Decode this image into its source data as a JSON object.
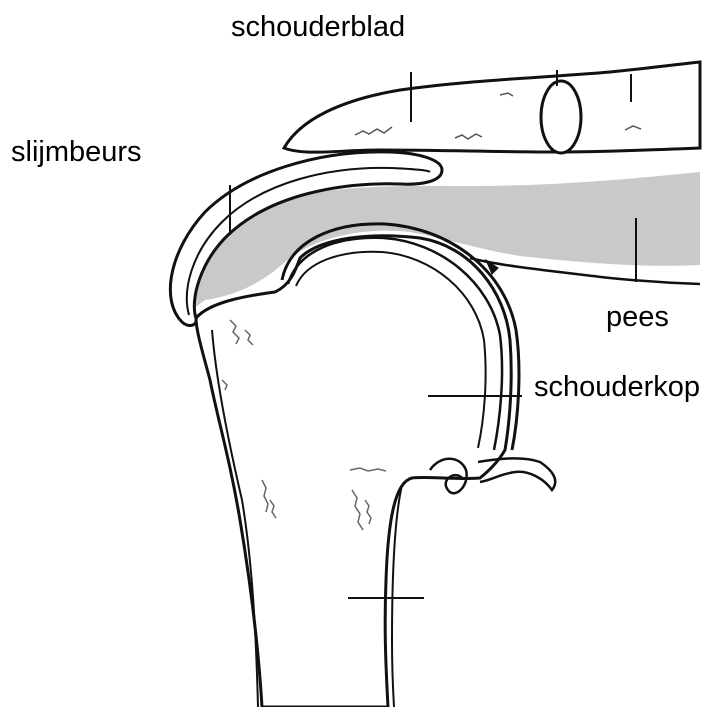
{
  "labels": {
    "schouderblad": "schouderblad",
    "slijmbeurs": "slijmbeurs",
    "pees": "pees",
    "schouderkop": "schouderkop"
  },
  "colors": {
    "line": "#111111",
    "bursa_fill": "#c9c9c9",
    "bone_fill": "#ffffff",
    "background": "#ffffff"
  }
}
